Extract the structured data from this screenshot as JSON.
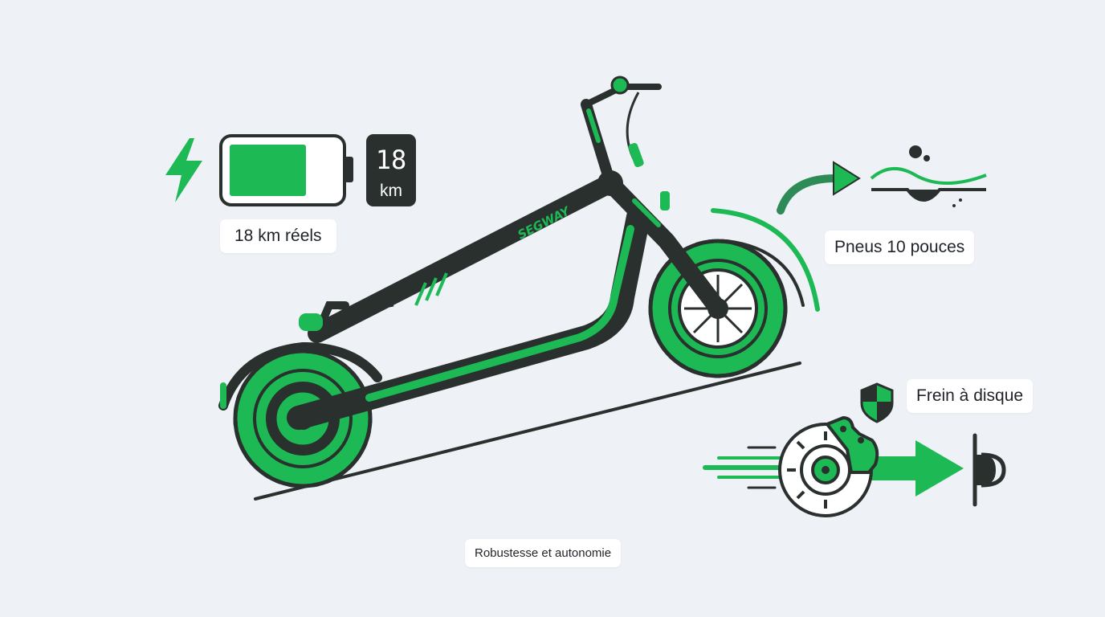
{
  "battery": {
    "display_value": "18",
    "display_unit": "km",
    "label": "18 km réels",
    "charge_level": 0.72
  },
  "tires": {
    "label": "Pneus 10 pouces"
  },
  "brake": {
    "label": "Frein à disque"
  },
  "scooter": {
    "brand": "SEGWAY"
  },
  "caption": "Robustesse et autonomie",
  "colors": {
    "background": "#eef1f6",
    "accent_green": "#1db954",
    "dark": "#2a302d",
    "label_bg": "#ffffff"
  },
  "icons": [
    "lightning-icon",
    "battery-icon",
    "odometer-icon",
    "arrow-icon",
    "terrain-icon",
    "shield-icon",
    "disc-brake-icon",
    "speed-arrow-icon",
    "stop-icon"
  ]
}
